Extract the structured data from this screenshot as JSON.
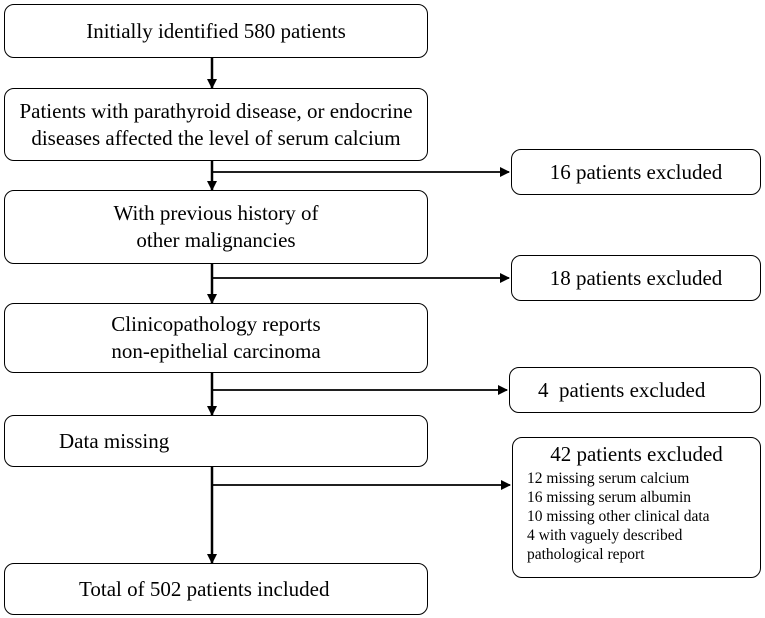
{
  "steps": {
    "initial": "Initially identified 580 patients",
    "parathyroid": {
      "line1": "Patients with parathyroid disease, or endocrine",
      "line2": "diseases affected the level of serum calcium"
    },
    "malignancy": {
      "line1": "With previous history of",
      "line2": "other malignancies"
    },
    "clinicopath": {
      "line1": "Clinicopathology reports",
      "line2": "non-epithelial carcinoma"
    },
    "missing": "Data missing",
    "total": "Total of 502 patients included"
  },
  "exclusions": {
    "ex1": "16 patients excluded",
    "ex2": "18 patients excluded",
    "ex3": "4  patients excluded",
    "ex4": {
      "title": "42 patients excluded",
      "details": [
        "12 missing serum calcium",
        "16 missing serum albumin",
        "10 missing other clinical data",
        "4 with vaguely described",
        "pathological report"
      ]
    }
  }
}
